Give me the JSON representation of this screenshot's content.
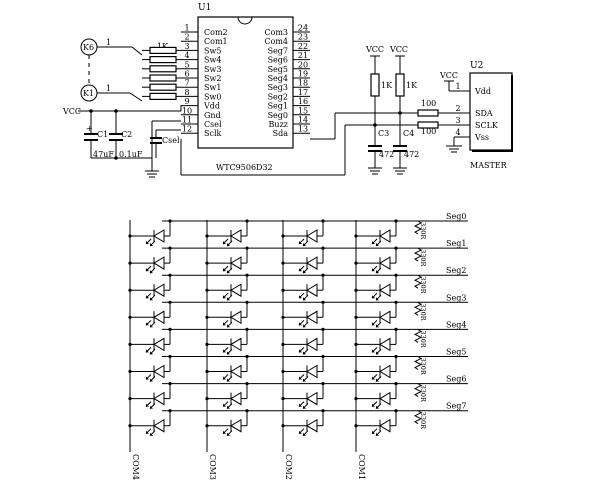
{
  "u1": {
    "ref": "U1",
    "part": "WTC9506D32",
    "left_pins": [
      {
        "num": "1",
        "name": "Com2"
      },
      {
        "num": "2",
        "name": "Com1"
      },
      {
        "num": "3",
        "name": "Sw5"
      },
      {
        "num": "4",
        "name": "Sw4"
      },
      {
        "num": "5",
        "name": "Sw3"
      },
      {
        "num": "6",
        "name": "Sw2"
      },
      {
        "num": "7",
        "name": "Sw1"
      },
      {
        "num": "8",
        "name": "Sw0"
      },
      {
        "num": "9",
        "name": "Vdd"
      },
      {
        "num": "10",
        "name": "Gnd"
      },
      {
        "num": "11",
        "name": "Csel"
      },
      {
        "num": "12",
        "name": "Sclk"
      }
    ],
    "right_pins": [
      {
        "num": "24",
        "name": "Com3"
      },
      {
        "num": "23",
        "name": "Com4"
      },
      {
        "num": "22",
        "name": "Seg7"
      },
      {
        "num": "21",
        "name": "Seg6"
      },
      {
        "num": "20",
        "name": "Seg5"
      },
      {
        "num": "19",
        "name": "Seg4"
      },
      {
        "num": "18",
        "name": "Seg3"
      },
      {
        "num": "17",
        "name": "Seg2"
      },
      {
        "num": "16",
        "name": "Seg1"
      },
      {
        "num": "15",
        "name": "Seg0"
      },
      {
        "num": "14",
        "name": "Buzz"
      },
      {
        "num": "13",
        "name": "Sda"
      }
    ]
  },
  "u2": {
    "ref": "U2",
    "name": "MASTER",
    "pins": [
      {
        "num": "1",
        "name": "Vdd"
      },
      {
        "num": "2",
        "name": "SDA"
      },
      {
        "num": "3",
        "name": "SCLK"
      },
      {
        "num": "4",
        "name": "Vss"
      }
    ]
  },
  "keys": {
    "top": "K6",
    "bottom": "K1",
    "top_wire": "1",
    "bottom_wire": "1",
    "resistor": "1K"
  },
  "vcc": "VCC",
  "caps": {
    "c1": {
      "ref": "C1",
      "value": "47uF",
      "polarity": "+"
    },
    "c2": {
      "ref": "C2",
      "value": "0.1uF"
    },
    "csel": {
      "ref": "Csel"
    },
    "c3": {
      "ref": "C3",
      "value": "472"
    },
    "c4": {
      "ref": "C4",
      "value": "472"
    }
  },
  "pullups": {
    "r1": "1K",
    "r2": "1K"
  },
  "series": {
    "r1": "100",
    "r2": "100"
  },
  "matrix": {
    "segs": [
      "Seg0",
      "Seg1",
      "Seg2",
      "Seg3",
      "Seg4",
      "Seg5",
      "Seg6",
      "Seg7"
    ],
    "coms": [
      "COM4",
      "COM3",
      "COM2",
      "COM1"
    ],
    "seg_resistor": "330R"
  }
}
